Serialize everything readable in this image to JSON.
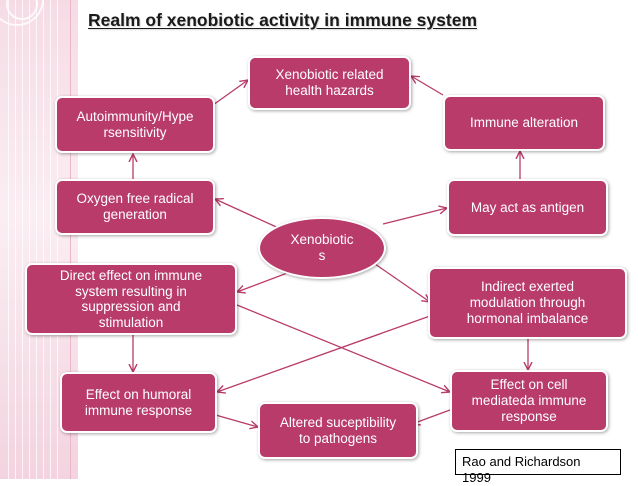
{
  "title": "Realm of xenobiotic activity in immune system",
  "nodes": {
    "center": "Xenobiotic\ns",
    "hazards": "Xenobiotic related\nhealth hazards",
    "autoimmunity": "Autoimmunity/Hype\nrsensitivity",
    "immune_alteration": "Immune alteration",
    "oxygen": "Oxygen free radical\ngeneration",
    "antigen": "May act as antigen",
    "direct_effect": "Direct effect on immune\nsystem resulting in\nsuppression and\nstimulation",
    "indirect": "Indirect exerted\nmodulation through\nhormonal imbalance",
    "humoral": "Effect on humoral\nimmune response",
    "cell_mediated": "Effect on cell\nmediateda immune\nresponse",
    "pathogens": "Altered suceptibility\nto pathogens"
  },
  "citation": "Rao and Richardson\n1999",
  "colors": {
    "node_fill": "#b83b6a",
    "node_text": "#ffffff",
    "arrow": "#b83b6a",
    "deco": "#f6dbe5"
  }
}
